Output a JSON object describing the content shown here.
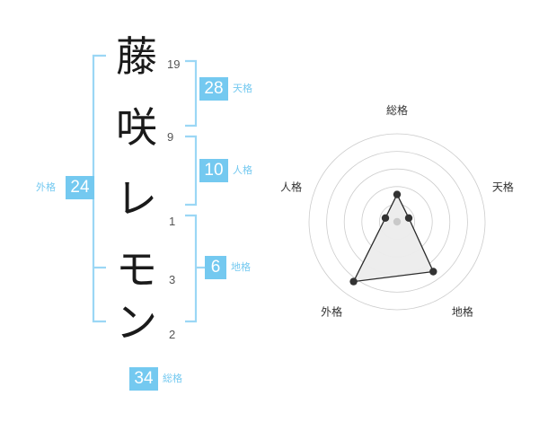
{
  "name": {
    "characters": [
      {
        "char": "藤",
        "strokes": "19"
      },
      {
        "char": "咲",
        "strokes": "9"
      },
      {
        "char": "レ",
        "strokes": "1"
      },
      {
        "char": "モ",
        "strokes": "3"
      },
      {
        "char": "ン",
        "strokes": "2"
      }
    ]
  },
  "scores": {
    "tenkaku": {
      "value": "28",
      "label": "天格"
    },
    "jinkaku": {
      "value": "10",
      "label": "人格"
    },
    "chikaku": {
      "value": "6",
      "label": "地格"
    },
    "gaikaku": {
      "value": "24",
      "label": "外格"
    },
    "soukaku": {
      "value": "34",
      "label": "総格"
    }
  },
  "colors": {
    "accent": "#74c9f0",
    "bracket": "#9bd7f5",
    "text_dark": "#1a1a1a",
    "stroke_num": "#555555",
    "ring": "#cccccc",
    "point": "#333333",
    "fill": "#eeeeee"
  },
  "chart_data": {
    "type": "radar",
    "title": "",
    "categories": [
      "総格",
      "天格",
      "地格",
      "外格",
      "人格"
    ],
    "values": [
      31,
      14,
      70,
      84,
      14
    ],
    "rmax": 100,
    "rings": 5,
    "grid": true,
    "legend": false,
    "axis_labels": [
      "総格",
      "天格",
      "地格",
      "外格",
      "人格"
    ],
    "start_angle_deg": -90,
    "label_values": {
      "総格": "34",
      "天格": "28",
      "地格": "6",
      "外格": "24",
      "人格": "10"
    }
  }
}
